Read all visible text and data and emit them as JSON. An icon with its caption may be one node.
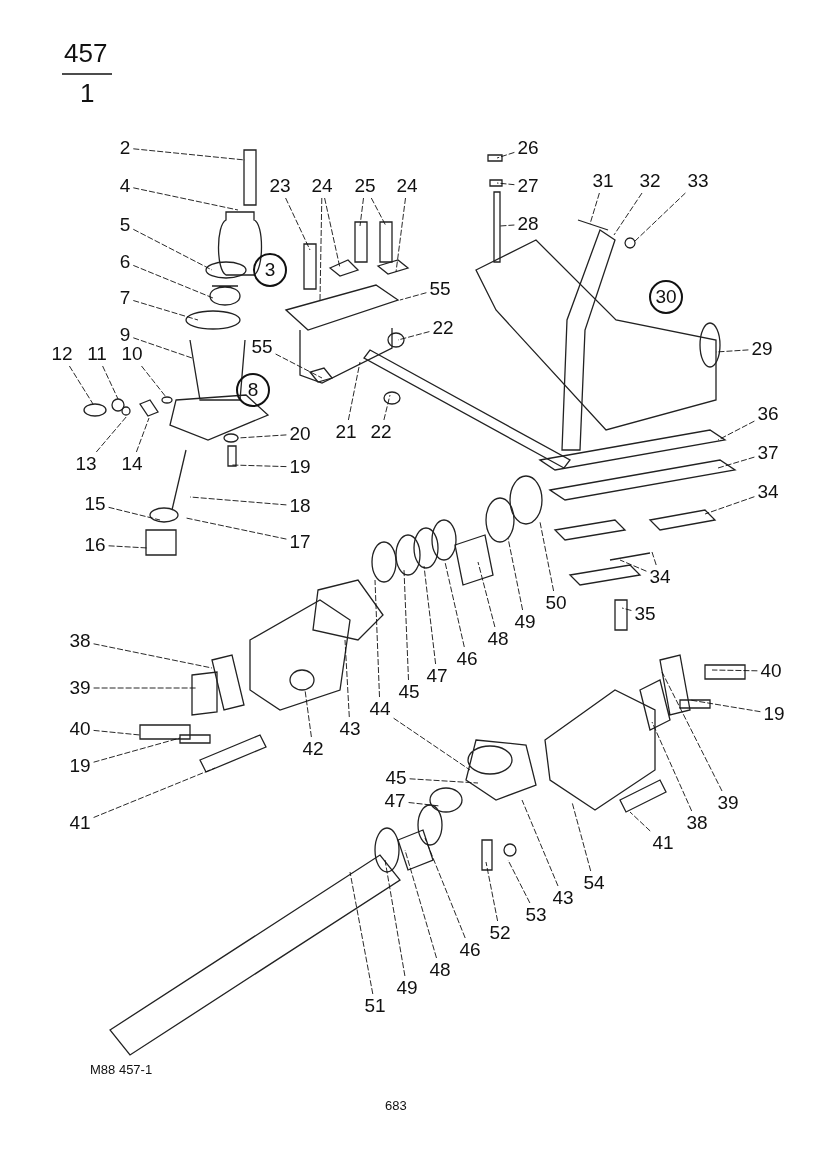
{
  "diagram": {
    "nodes": [
      {
        "text": [
          "2"
        ]
      },
      {
        "text": [
          "4"
        ]
      },
      {
        "text": [
          "5"
        ]
      },
      {
        "text": [
          "6"
        ]
      },
      {
        "text": [
          "3"
        ]
      },
      {
        "text": [
          "7"
        ]
      },
      {
        "text": [
          "9"
        ]
      },
      {
        "text": [
          "8"
        ]
      },
      {
        "text": [
          "12"
        ]
      },
      {
        "text": [
          "11"
        ]
      },
      {
        "text": [
          "10"
        ]
      },
      {
        "text": [
          "13"
        ]
      },
      {
        "text": [
          "14"
        ]
      },
      {
        "text": [
          "20"
        ]
      },
      {
        "text": [
          "19"
        ]
      },
      {
        "text": [
          "18"
        ]
      },
      {
        "text": [
          "15"
        ]
      },
      {
        "text": [
          "17"
        ]
      },
      {
        "text": [
          "16"
        ]
      },
      {
        "text": [
          "23"
        ]
      },
      {
        "text": [
          "24"
        ]
      },
      {
        "text": [
          "25"
        ]
      },
      {
        "text": [
          "24"
        ]
      },
      {
        "text": [
          "55"
        ]
      },
      {
        "text": [
          "55"
        ]
      },
      {
        "text": [
          "21"
        ]
      },
      {
        "text": [
          "22"
        ]
      },
      {
        "text": [
          "22"
        ]
      },
      {
        "text": [
          "26"
        ]
      },
      {
        "text": [
          "27"
        ]
      },
      {
        "text": [
          "28"
        ]
      },
      {
        "text": [
          "31"
        ]
      },
      {
        "text": [
          "32"
        ]
      },
      {
        "text": [
          "33"
        ]
      },
      {
        "text": [
          "30"
        ]
      },
      {
        "text": [
          "29"
        ]
      },
      {
        "text": [
          "36"
        ]
      },
      {
        "text": [
          "37"
        ]
      },
      {
        "text": [
          "34"
        ]
      },
      {
        "text": [
          "34"
        ]
      },
      {
        "text": [
          "35"
        ]
      },
      {
        "text": [
          "50"
        ]
      },
      {
        "text": [
          "49"
        ]
      },
      {
        "text": [
          "48"
        ]
      },
      {
        "text": [
          "46"
        ]
      },
      {
        "text": [
          "47"
        ]
      },
      {
        "text": [
          "45"
        ]
      },
      {
        "text": [
          "44"
        ]
      },
      {
        "text": [
          "43"
        ]
      },
      {
        "text": [
          "42"
        ]
      },
      {
        "text": [
          "38"
        ]
      },
      {
        "text": [
          "39"
        ]
      },
      {
        "text": [
          "40"
        ]
      },
      {
        "text": [
          "19"
        ]
      },
      {
        "text": [
          "41"
        ]
      },
      {
        "text": [
          "45"
        ]
      },
      {
        "text": [
          "47"
        ]
      },
      {
        "text": [
          "52"
        ]
      },
      {
        "text": [
          "53"
        ]
      },
      {
        "text": [
          "43"
        ]
      },
      {
        "text": [
          "54"
        ]
      },
      {
        "text": [
          "41"
        ]
      },
      {
        "text": [
          "38"
        ]
      },
      {
        "text": [
          "39"
        ]
      },
      {
        "text": [
          "19"
        ]
      },
      {
        "text": [
          "40"
        ]
      },
      {
        "text": [
          "51"
        ]
      },
      {
        "text": [
          "49"
        ]
      },
      {
        "text": [
          "48"
        ]
      },
      {
        "text": [
          "46"
        ]
      }
    ],
    "edges": [
      {
        "from": 0,
        "to": null,
        "arrow": "none"
      },
      {
        "from": 1,
        "to": null,
        "arrow": "none"
      },
      {
        "from": 2,
        "to": null,
        "arrow": "none"
      },
      {
        "from": 3,
        "to": null,
        "arrow": "none"
      },
      {
        "from": 5,
        "to": null,
        "arrow": "none"
      },
      {
        "from": 6,
        "to": null,
        "arrow": "none"
      },
      {
        "from": 8,
        "to": null,
        "arrow": "none"
      },
      {
        "from": 9,
        "to": null,
        "arrow": "none"
      },
      {
        "from": 10,
        "to": null,
        "arrow": "none"
      },
      {
        "from": 11,
        "to": null,
        "arrow": "none"
      },
      {
        "from": 12,
        "to": null,
        "arrow": "none"
      },
      {
        "from": 13,
        "to": null,
        "arrow": "none"
      },
      {
        "from": 14,
        "to": null,
        "arrow": "none"
      },
      {
        "from": 15,
        "to": null,
        "arrow": "none"
      },
      {
        "from": 16,
        "to": null,
        "arrow": "none"
      },
      {
        "from": 17,
        "to": null,
        "arrow": "none"
      },
      {
        "from": 18,
        "to": null,
        "arrow": "none"
      },
      {
        "from": 19,
        "to": null,
        "arrow": "none"
      },
      {
        "from": 20,
        "to": null,
        "arrow": "none"
      },
      {
        "from": 20,
        "to": null,
        "arrow": "none"
      },
      {
        "from": 21,
        "to": null,
        "arrow": "none"
      },
      {
        "from": 21,
        "to": null,
        "arrow": "none"
      },
      {
        "from": 22,
        "to": null,
        "arrow": "none"
      },
      {
        "from": 23,
        "to": null,
        "arrow": "none"
      },
      {
        "from": 24,
        "to": null,
        "arrow": "none"
      },
      {
        "from": 25,
        "to": null,
        "arrow": "none"
      },
      {
        "from": 26,
        "to": null,
        "arrow": "none"
      },
      {
        "from": 27,
        "to": null,
        "arrow": "none"
      },
      {
        "from": 28,
        "to": null,
        "arrow": "none"
      },
      {
        "from": 29,
        "to": null,
        "arrow": "none"
      },
      {
        "from": 30,
        "to": null,
        "arrow": "none"
      },
      {
        "from": 31,
        "to": null,
        "arrow": "none"
      },
      {
        "from": 32,
        "to": null,
        "arrow": "none"
      },
      {
        "from": 33,
        "to": null,
        "arrow": "none"
      },
      {
        "from": 35,
        "to": null,
        "arrow": "none"
      },
      {
        "from": 36,
        "to": null,
        "arrow": "none"
      },
      {
        "from": 37,
        "to": null,
        "arrow": "none"
      },
      {
        "from": 38,
        "to": null,
        "arrow": "none"
      },
      {
        "from": 39,
        "to": null,
        "arrow": "none"
      },
      {
        "from": 39,
        "to": null,
        "arrow": "none"
      },
      {
        "from": 40,
        "to": null,
        "arrow": "none"
      },
      {
        "from": 41,
        "to": null,
        "arrow": "none"
      },
      {
        "from": 42,
        "to": null,
        "arrow": "none"
      },
      {
        "from": 43,
        "to": null,
        "arrow": "none"
      },
      {
        "from": 44,
        "to": null,
        "arrow": "none"
      },
      {
        "from": 45,
        "to": null,
        "arrow": "none"
      },
      {
        "from": 46,
        "to": null,
        "arrow": "none"
      },
      {
        "from": 47,
        "to": null,
        "arrow": "none"
      },
      {
        "from": 47,
        "to": null,
        "arrow": "none"
      },
      {
        "from": 48,
        "to": null,
        "arrow": "none"
      },
      {
        "from": 49,
        "to": null,
        "arrow": "none"
      },
      {
        "from": 50,
        "to": null,
        "arrow": "none"
      },
      {
        "from": 51,
        "to": null,
        "arrow": "none"
      },
      {
        "from": 52,
        "to": null,
        "arrow": "none"
      },
      {
        "from": 53,
        "to": null,
        "arrow": "none"
      },
      {
        "from": 54,
        "to": null,
        "arrow": "none"
      },
      {
        "from": 55,
        "to": null,
        "arrow": "none"
      },
      {
        "from": 56,
        "to": null,
        "arrow": "none"
      },
      {
        "from": 57,
        "to": null,
        "arrow": "none"
      },
      {
        "from": 58,
        "to": null,
        "arrow": "none"
      },
      {
        "from": 59,
        "to": null,
        "arrow": "none"
      },
      {
        "from": 60,
        "to": null,
        "arrow": "none"
      },
      {
        "from": 61,
        "to": null,
        "arrow": "none"
      },
      {
        "from": 62,
        "to": null,
        "arrow": "none"
      },
      {
        "from": 63,
        "to": null,
        "arrow": "none"
      },
      {
        "from": 64,
        "to": null,
        "arrow": "none"
      },
      {
        "from": 65,
        "to": null,
        "arrow": "none"
      },
      {
        "from": 66,
        "to": null,
        "arrow": "none"
      },
      {
        "from": 67,
        "to": null,
        "arrow": "none"
      },
      {
        "from": 68,
        "to": null,
        "arrow": "none"
      },
      {
        "from": 69,
        "to": null,
        "arrow": "none"
      }
    ],
    "labels": [
      "457",
      "1",
      "M88 457-1",
      "683"
    ]
  }
}
